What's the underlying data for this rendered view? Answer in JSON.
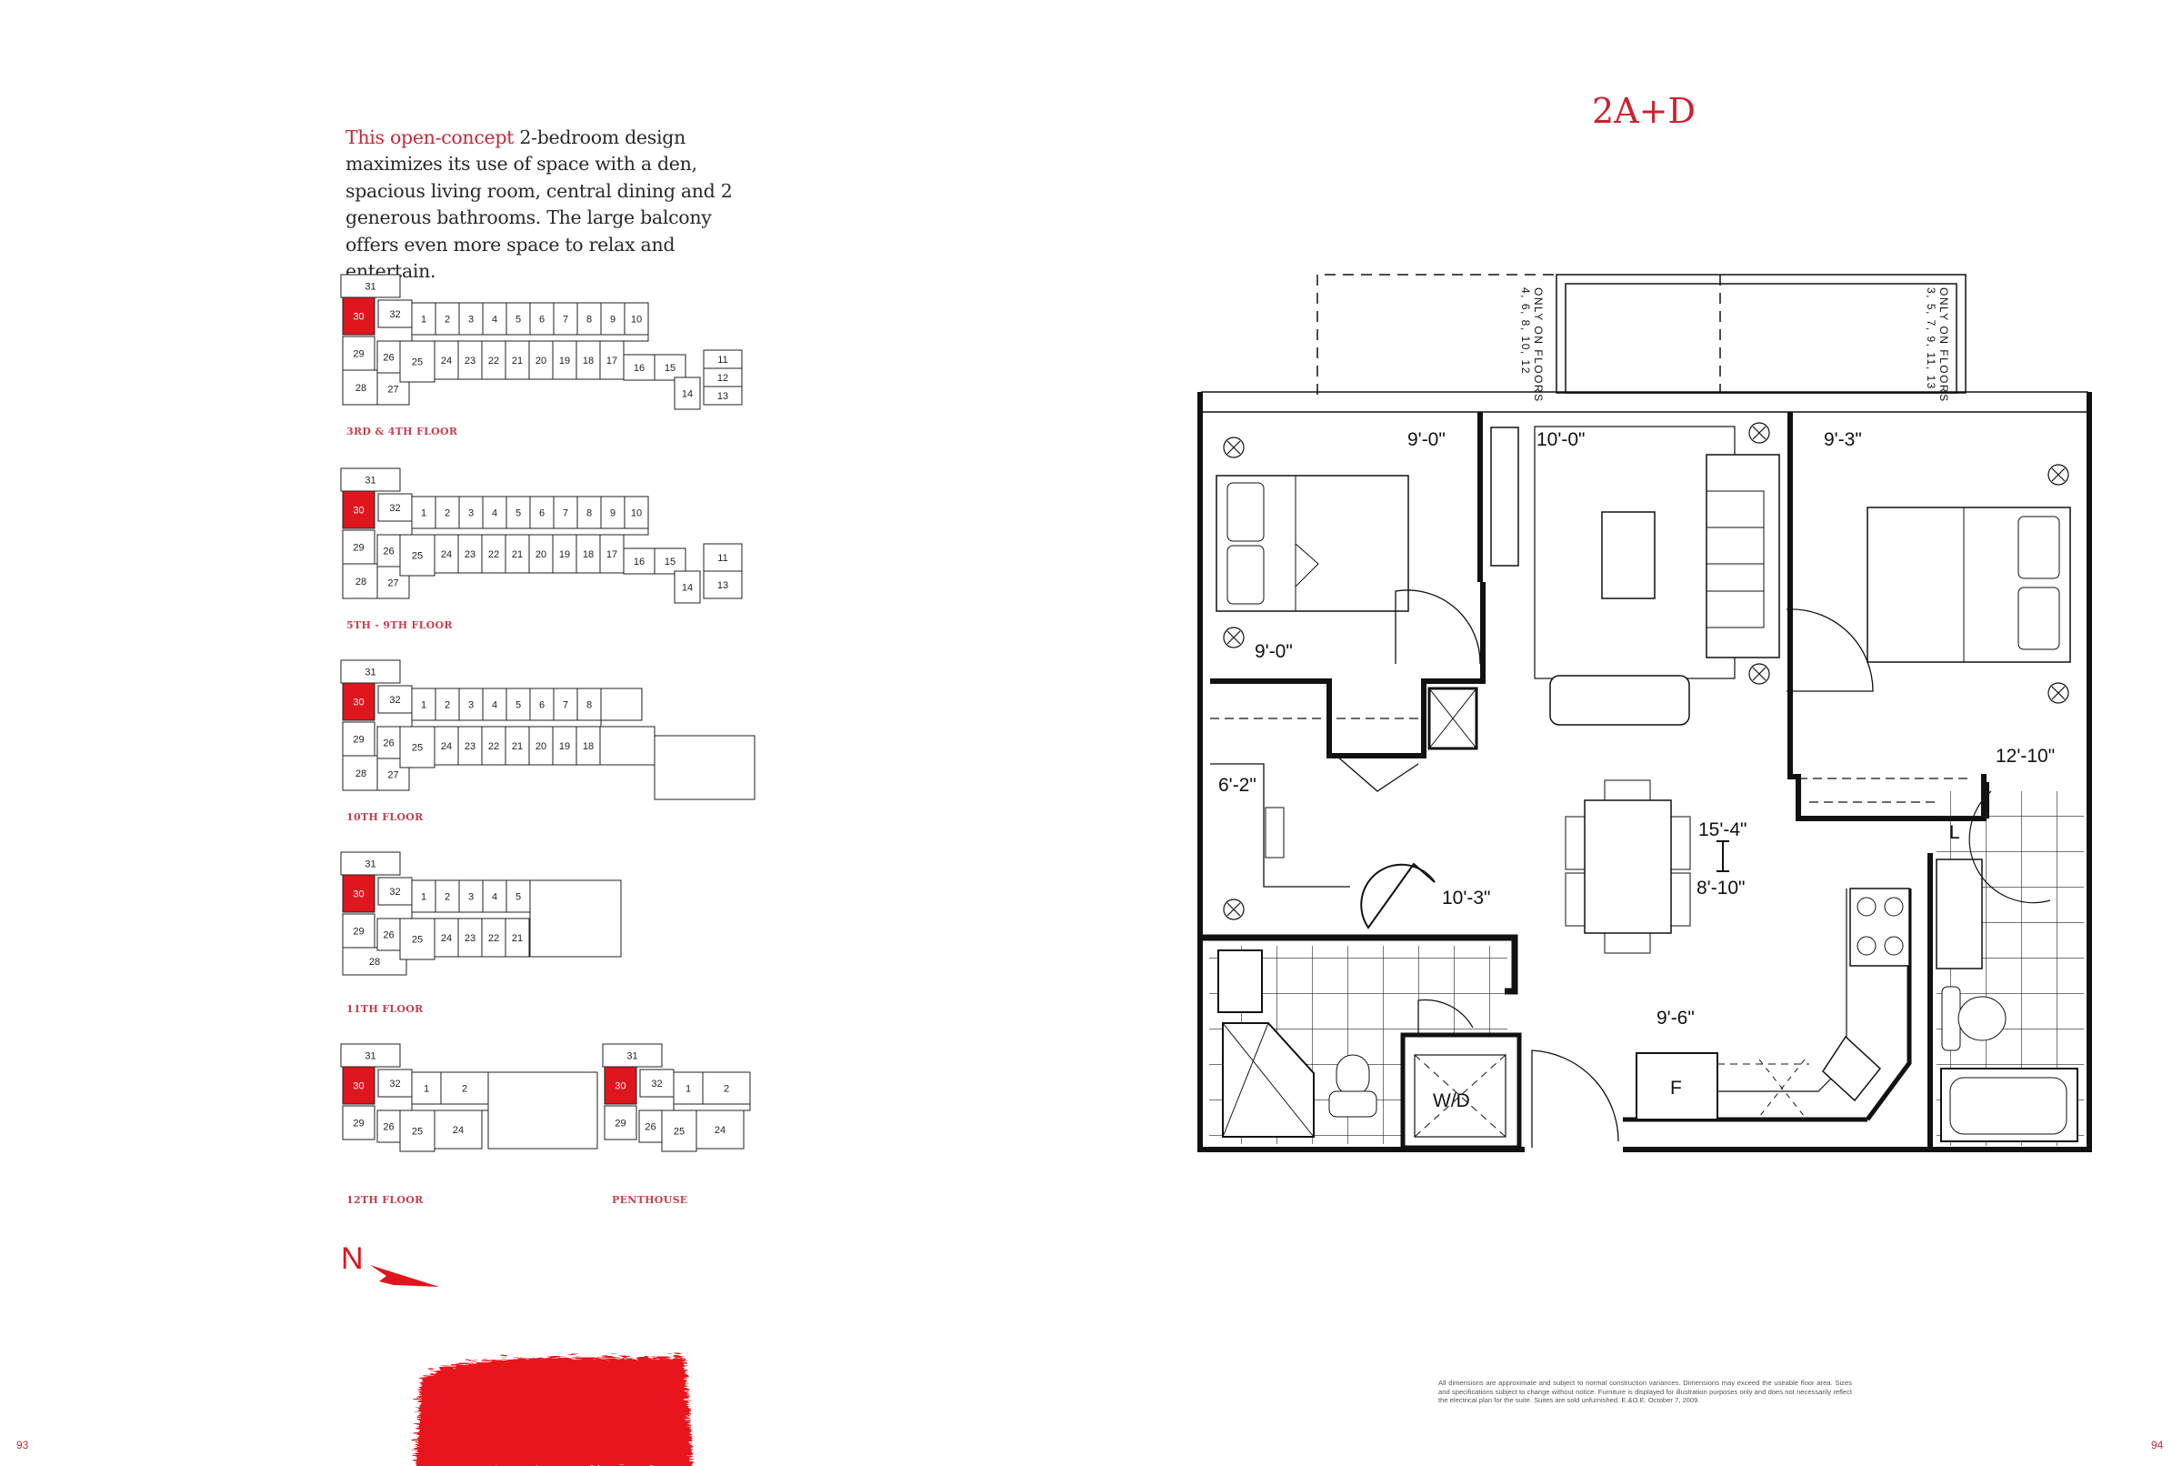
{
  "intro": {
    "accent": "This open-concept",
    "body": " 2-bedroom design maximizes its use of space with a den, spacious living room, central dining and 2 generous bathrooms. The large balcony offers even more space to relax and entertain."
  },
  "key_plans": [
    {
      "label": "3RD & 4TH FLOOR",
      "top": [
        "1",
        "2",
        "3",
        "4",
        "5",
        "6",
        "7",
        "8",
        "9",
        "10"
      ],
      "bottom": [
        "24",
        "23",
        "22",
        "21",
        "20",
        "19",
        "18",
        "17"
      ],
      "east": [
        "16",
        "15",
        "14",
        "11",
        "12",
        "13"
      ],
      "left": [
        "31",
        "30",
        "32",
        "29",
        "28",
        "26",
        "27",
        "25"
      ]
    },
    {
      "label": "5TH - 9TH FLOOR",
      "top": [
        "1",
        "2",
        "3",
        "4",
        "5",
        "6",
        "7",
        "8",
        "9",
        "10"
      ],
      "bottom": [
        "24",
        "23",
        "22",
        "21",
        "20",
        "19",
        "18",
        "17"
      ],
      "east": [
        "16",
        "15",
        "14",
        "11",
        "13"
      ],
      "left": [
        "31",
        "30",
        "32",
        "29",
        "28",
        "26",
        "27",
        "25"
      ]
    },
    {
      "label": "10TH FLOOR",
      "top": [
        "1",
        "2",
        "3",
        "4",
        "5",
        "6",
        "7",
        "8"
      ],
      "bottom": [
        "24",
        "23",
        "22",
        "21",
        "20",
        "19",
        "18"
      ],
      "east": [],
      "left": [
        "31",
        "30",
        "32",
        "29",
        "28",
        "26",
        "27",
        "25"
      ]
    },
    {
      "label": "11TH FLOOR",
      "top": [
        "1",
        "2",
        "3",
        "4",
        "5"
      ],
      "bottom": [
        "24",
        "23",
        "22",
        "21"
      ],
      "east": [],
      "left": [
        "31",
        "30",
        "32",
        "29",
        "28",
        "26",
        "25"
      ]
    },
    {
      "label": "12TH FLOOR",
      "top": [
        "1",
        "2"
      ],
      "bottom": [
        "24"
      ],
      "east": [],
      "left": [
        "31",
        "30",
        "32",
        "29",
        "26",
        "25"
      ]
    },
    {
      "label": "PENTHOUSE",
      "top": [
        "1",
        "2"
      ],
      "bottom": [
        "24"
      ],
      "east": [],
      "left": [
        "31",
        "30",
        "32",
        "29",
        "26",
        "25"
      ]
    }
  ],
  "highlight_unit": "30",
  "north_label": "N",
  "page_numbers": {
    "left": "93",
    "right": "94"
  },
  "suite": {
    "title": "2A+D",
    "balcony_notes": [
      {
        "line1": "ONLY ON FLOORS",
        "line2": "4, 6, 8, 10, 12"
      },
      {
        "line1": "ONLY ON FLOORS",
        "line2": "3, 5, 7, 9, 11, 13"
      }
    ],
    "dimensions": {
      "bed1_width": "9'-0\"",
      "living_width": "10'-0\"",
      "bed2_width": "9'-3\"",
      "bed1_depth": "9'-0\"",
      "den_width": "6'-2\"",
      "bed2_depth": "12'-10\"",
      "living_depth": "15'-4\"",
      "dining_depth": "8'-10\"",
      "den_depth": "10'-3\"",
      "kitchen_width": "9'-6\""
    },
    "fixtures": {
      "linen": "L",
      "fridge": "F",
      "washer_dryer": "W/D"
    }
  },
  "disclaimer": "All dimensions are approximate and subject to normal construction variances. Dimensions may exceed the useable floor area. Sizes and specifications subject to change without notice. Furniture is displayed for illustration purposes only and does not necessarily reflect the electrical plan for the suite. Suites are sold unfurnished. E.&O.E. October 7, 2009.",
  "colors": {
    "accent": "#cf2030",
    "highlight": "#e0161e",
    "ink": "#111111"
  }
}
